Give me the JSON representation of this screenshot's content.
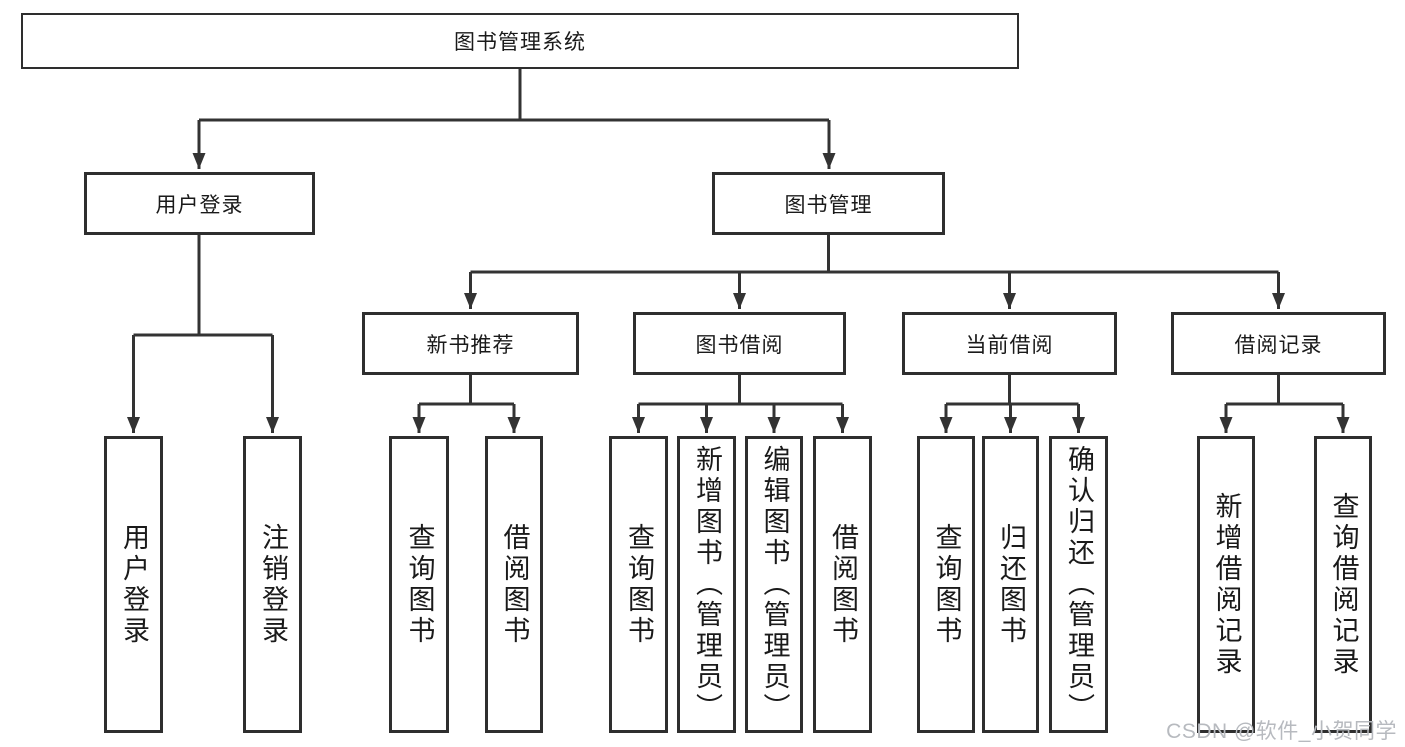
{
  "diagram": {
    "root": {
      "label": "图书管理系统"
    },
    "branches": {
      "user": {
        "label": "用户登录",
        "children": [
          {
            "label": "用户登录"
          },
          {
            "label": "注销登录"
          }
        ]
      },
      "book": {
        "label": "图书管理",
        "sections": [
          {
            "label": "新书推荐",
            "children": [
              {
                "label": "查询图书"
              },
              {
                "label": "借阅图书"
              }
            ]
          },
          {
            "label": "图书借阅",
            "children": [
              {
                "label": "查询图书"
              },
              {
                "label": "新增图书（管理员）"
              },
              {
                "label": "编辑图书（管理员）"
              },
              {
                "label": "借阅图书"
              }
            ]
          },
          {
            "label": "当前借阅",
            "children": [
              {
                "label": "查询图书"
              },
              {
                "label": "归还图书"
              },
              {
                "label": "确认归还（管理员）"
              }
            ]
          },
          {
            "label": "借阅记录",
            "children": [
              {
                "label": "新增借阅记录"
              },
              {
                "label": "查询借阅记录"
              }
            ]
          }
        ]
      }
    },
    "watermark": {
      "text": "CSDN @软件_小贺同学"
    },
    "colors": {
      "line": "#333333",
      "box_border": "#2e2e2e",
      "text": "#1a1a1a",
      "watermark": "#b7babf",
      "background": "#ffffff"
    }
  }
}
